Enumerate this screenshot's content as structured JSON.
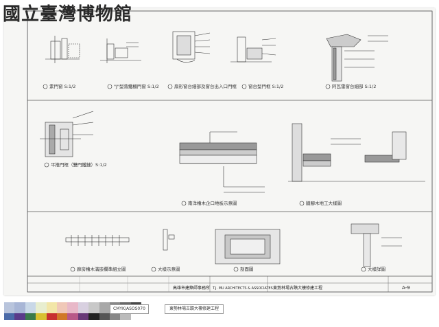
{
  "logo": {
    "text": "國立臺灣博物館"
  },
  "details_row1": [
    {
      "title": "素門窗 S:1/2"
    },
    {
      "title": "\"J\"型落鐵櫃門窗 S:1/2"
    },
    {
      "title": "扇形窗台細部及窗台出入口門框"
    },
    {
      "title": "窗台型門框 S:1/2"
    },
    {
      "title": "阿瓦雷窗台細部 S:1/2"
    }
  ],
  "details_row2": [
    {
      "title": "平推門框（雙門鐵鏈）S:1/2"
    },
    {
      "title": "南洋檜木企口地板示意圖"
    },
    {
      "title": "牆腳木地工大樣圖"
    }
  ],
  "details_row3": [
    {
      "title": "廊房檜木滿嵌欄準組立圖"
    },
    {
      "title": "大樣示意圖"
    },
    {
      "title": "剖面圖"
    },
    {
      "title": "大樣詳圖"
    }
  ],
  "titleblock": {
    "office": "高雄市建築師事務所",
    "firm_en": "T.J. MU ARCHITECTS & ASSOCIATES",
    "project": "東勢林場古蹟大樓修建工程",
    "sheet_no": "A-9"
  },
  "color_bar": {
    "chips": [
      "#b8c4dc",
      "#a8b6d6",
      "#c9d8e8",
      "#e8eed0",
      "#f2e6a8",
      "#f0c8b8",
      "#e8b8c8",
      "#d8d0e0",
      "#c8c8c8",
      "#a8a8a8",
      "#888888",
      "#686868",
      "#484848"
    ],
    "chips2": [
      "#4a6aa8",
      "#5a3a8a",
      "#3a7a4a",
      "#d8c030",
      "#c83030",
      "#d07828",
      "#b85888",
      "#683878",
      "#222222",
      "#555555",
      "#888888",
      "#bbbbbb",
      "#ffffff"
    ],
    "label": "CMYK/ASOS070",
    "caption": "東勢林場古蹟大樓修建工程"
  }
}
